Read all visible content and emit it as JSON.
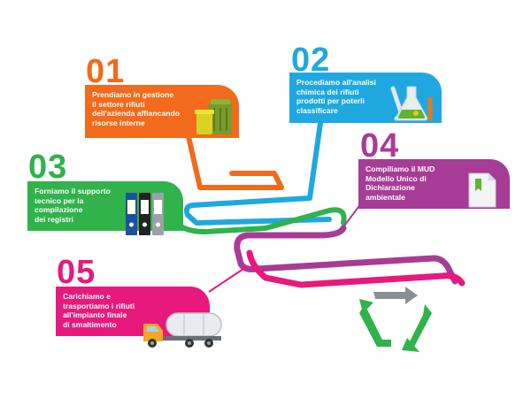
{
  "colors": {
    "orange": "#f26a1b",
    "blue": "#1fa8e0",
    "purple": "#a73c97",
    "green": "#2fb34a",
    "magenta": "#e8197c"
  },
  "steps": [
    {
      "number": "01",
      "text": "Prendiamo in gestione\nil settore rifiuti\ndell'azienda affiancando\nrisorse interne",
      "icon": "trash-bins-icon"
    },
    {
      "number": "02",
      "text": "Procediamo all'analisi\nchimica dei rifiuti\nprodotti per poterli\nclassificare",
      "icon": "lab-flasks-icon"
    },
    {
      "number": "03",
      "text": "Forniamo il supporto\ntecnico per la\ncompilazione\ndei registri",
      "icon": "binders-icon"
    },
    {
      "number": "04",
      "text": "Compiliamo il MUD\nModello Unico di\nDichiarazione\nambientale",
      "icon": "document-icon"
    },
    {
      "number": "05",
      "text": "Carichiamo e\ntrasportiamo i rifiuti\nall'impianto finale\ndi smaltimento",
      "icon": "tanker-truck-icon"
    }
  ],
  "recycle_icon": "recycle-arrows-icon"
}
